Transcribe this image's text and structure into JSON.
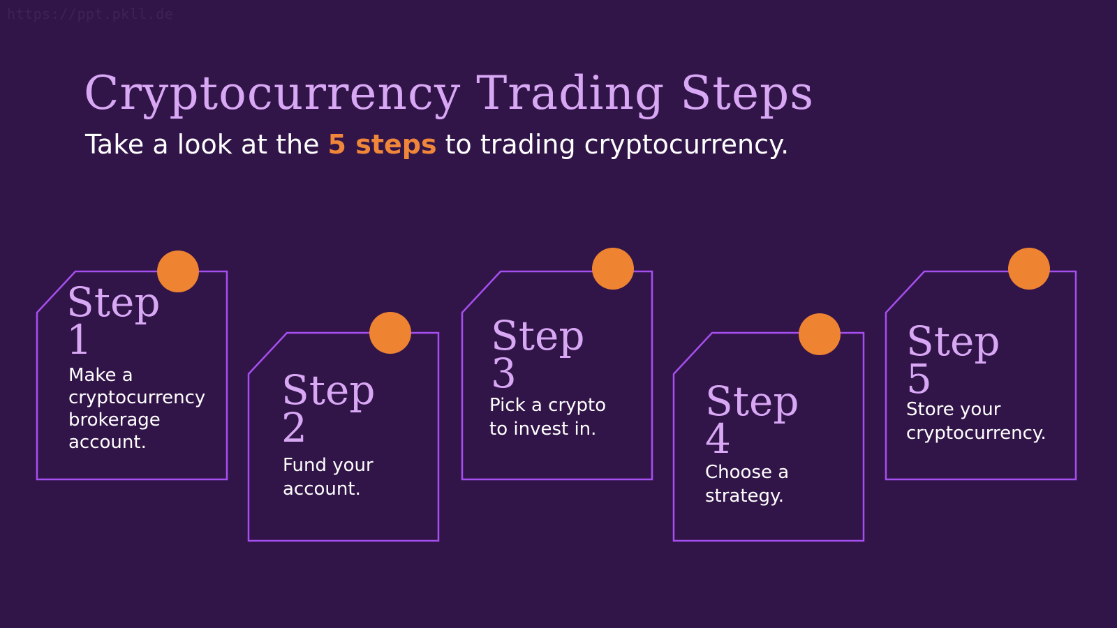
{
  "watermark": "https://ppt.pkll.de",
  "title": "Cryptocurrency Trading Steps",
  "subtitle": {
    "before": "Take a look at the ",
    "highlight": "5 steps",
    "after": " to trading cryptocurrency."
  },
  "colors": {
    "background": "#321548",
    "accent": "#ee8332",
    "frame": "#a64ff0",
    "title": "#d8a8f5"
  },
  "steps": [
    {
      "word": "Step",
      "number": "1",
      "description": "Make a cryptocurrency brokerage account."
    },
    {
      "word": "Step",
      "number": "2",
      "description": "Fund your account."
    },
    {
      "word": "Step",
      "number": "3",
      "description": "Pick a crypto to invest in."
    },
    {
      "word": "Step",
      "number": "4",
      "description": "Choose a strategy."
    },
    {
      "word": "Step",
      "number": "5",
      "description": "Store your cryptocurrency."
    }
  ]
}
